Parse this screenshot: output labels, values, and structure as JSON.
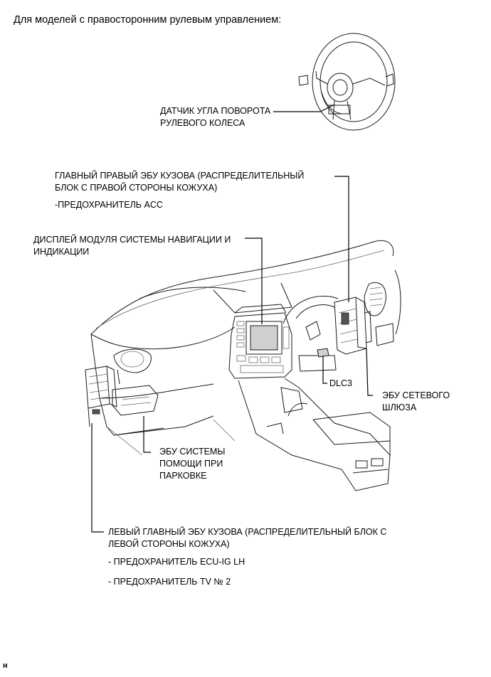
{
  "heading": "Для моделей с правосторонним рулевым управлением:",
  "labels": {
    "steering_sensor": [
      "ДАТЧИК УГЛА ПОВОРОТА",
      "РУЛЕВОГО КОЛЕСА"
    ],
    "main_body_ecu_rh": [
      "ГЛАВНЫЙ ПРАВЫЙ ЭБУ КУЗОВА (РАСПРЕДЕЛИТЕЛЬНЫЙ",
      "БЛОК С ПРАВОЙ СТОРОНЫ КОЖУХА)"
    ],
    "fuse_acc": "-ПРЕДОХРАНИТЕЛЬ ACC",
    "nav_display": [
      "ДИСПЛЕЙ МОДУЛЯ СИСТЕМЫ НАВИГАЦИИ И",
      "ИНДИКАЦИИ"
    ],
    "dlc3": "DLC3",
    "gateway_ecu": [
      "ЭБУ СЕТЕВОГО",
      "ШЛЮЗА"
    ],
    "parking_assist_ecu": [
      "ЭБУ СИСТЕМЫ",
      "ПОМОЩИ ПРИ",
      "ПАРКОВКЕ"
    ],
    "main_body_ecu_lh": [
      "ЛЕВЫЙ ГЛАВНЫЙ ЭБУ КУЗОВА (РАСПРЕДЕЛИТЕЛЬНЫЙ БЛОК С",
      "ЛЕВОЙ СТОРОНЫ КОЖУХА)"
    ],
    "fuse_ecu_ig_lh": "- ПРЕДОХРАНИТЕЛЬ ECU-IG LH",
    "fuse_tv2": "- ПРЕДОХРАНИТЕЛЬ TV № 2"
  },
  "footer_mark": "н"
}
